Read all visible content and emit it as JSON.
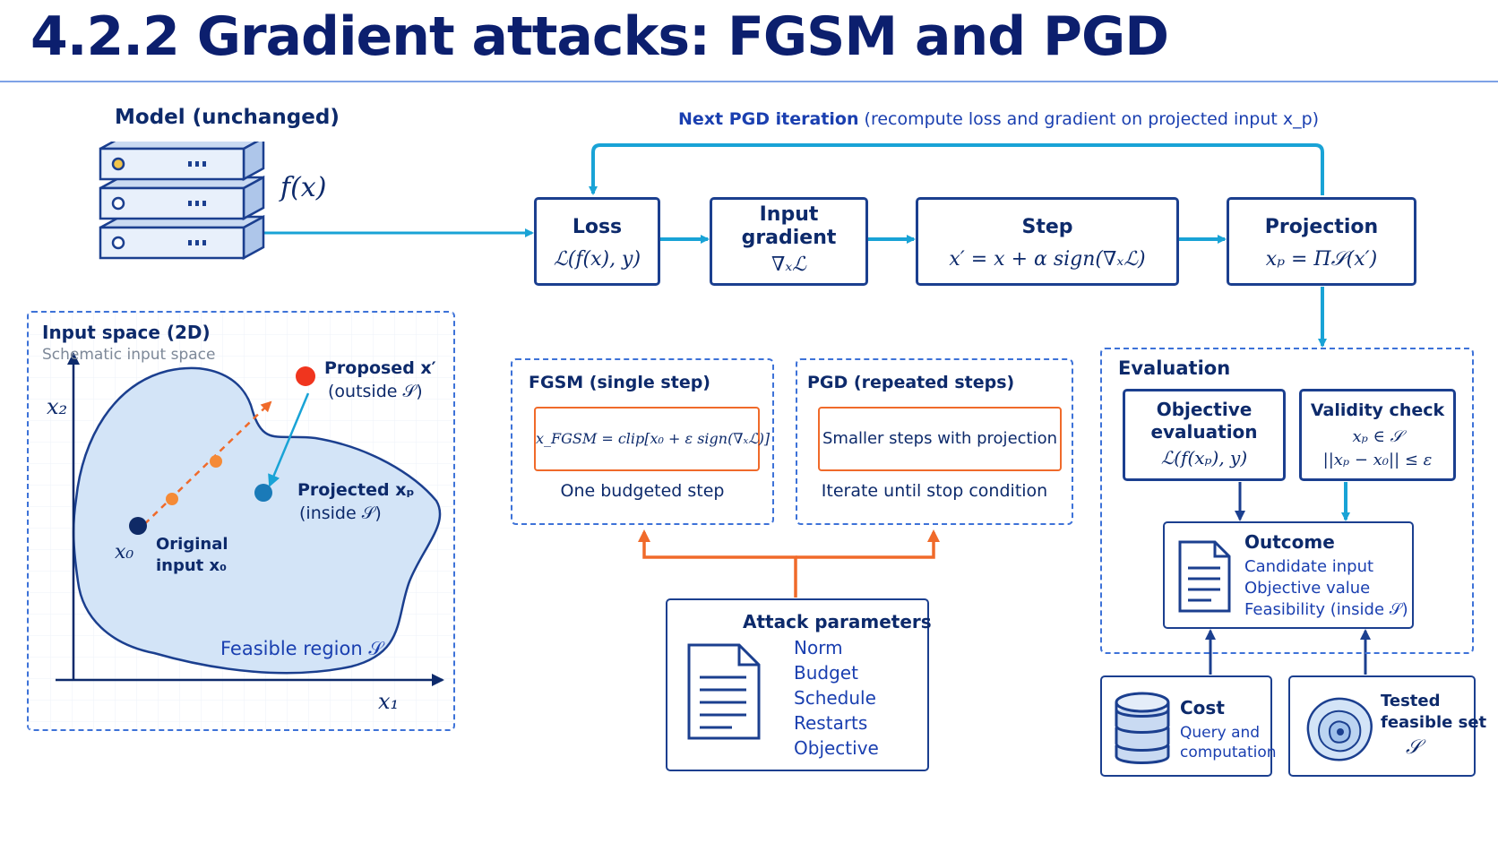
{
  "title": "4.2.2 Gradient attacks: FGSM and PGD",
  "model": {
    "label": "Model (unchanged)",
    "formula": "f(x)"
  },
  "loop": {
    "label_bold": "Next PGD iteration",
    "label_rest": "(recompute loss and gradient on projected input x_p)"
  },
  "pipeline": {
    "loss": {
      "title": "Loss",
      "formula": "ℒ(f(x), y)"
    },
    "gradient": {
      "title_line1": "Input",
      "title_line2": "gradient",
      "formula": "∇ₓℒ"
    },
    "step": {
      "title": "Step",
      "formula": "x′ = x + α sign(∇ₓℒ)"
    },
    "projection": {
      "title": "Projection",
      "formula": "xₚ = Π𝒮(x′)"
    }
  },
  "input_space": {
    "title": "Input space (2D)",
    "subtitle": "Schematic input space",
    "x2_label": "x₂",
    "x1_label": "x₁",
    "proposed_line1": "Proposed x′",
    "proposed_line2": "(outside 𝒮)",
    "projected_line1": "Projected xₚ",
    "projected_line2": "(inside 𝒮)",
    "x0_label": "x₀",
    "original_line1": "Original",
    "original_line2": "input x₀",
    "feasible_label": "Feasible region 𝒮"
  },
  "fgsm": {
    "title": "FGSM (single step)",
    "formula": "x_FGSM = clip[x₀ + ε sign(∇ₓℒ)]",
    "caption": "One budgeted step"
  },
  "pgd": {
    "title": "PGD (repeated steps)",
    "box_text": "Smaller steps with projection",
    "caption": "Iterate until stop condition"
  },
  "attack_params": {
    "title": "Attack parameters",
    "items": [
      "Norm",
      "Budget",
      "Schedule",
      "Restarts",
      "Objective"
    ]
  },
  "evaluation": {
    "title": "Evaluation",
    "objective_line1": "Objective",
    "objective_line2": "evaluation",
    "objective_formula": "ℒ(f(xₚ), y)",
    "validity_title": "Validity check",
    "validity_line1": "xₚ ∈ 𝒮",
    "validity_line2": "||xₚ − x₀|| ≤ ε",
    "outcome_title": "Outcome",
    "outcome_items": [
      "Candidate input",
      "Objective value",
      "Feasibility (inside 𝒮)"
    ]
  },
  "cost": {
    "title": "Cost",
    "line1": "Query and",
    "line2": "computation"
  },
  "tested": {
    "line1": "Tested",
    "line2": "feasible set",
    "symbol": "𝒮"
  },
  "colors": {
    "navy": "#0d2a6b",
    "cyan_arrow": "#19a3d6",
    "orange": "#f06a2a",
    "dashed_blue": "#3d72d8",
    "region_fill": "#d3e4f7"
  }
}
